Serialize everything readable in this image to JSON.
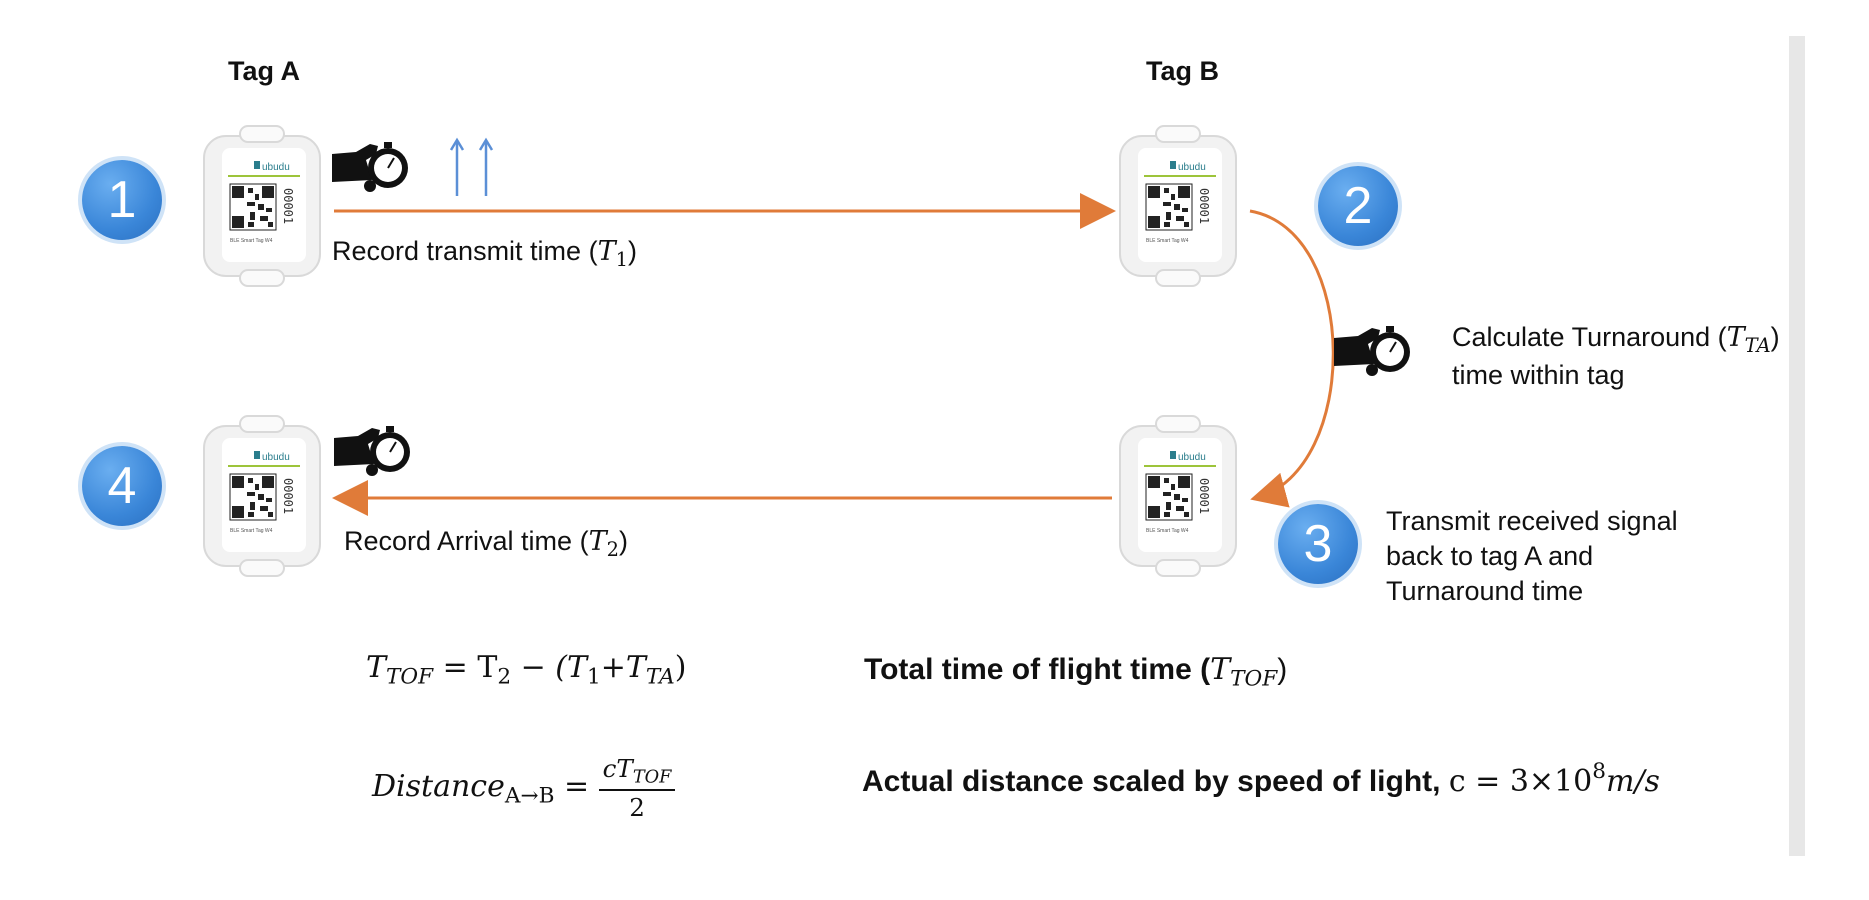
{
  "tags": {
    "a_heading": "Tag A",
    "b_heading": "Tag B",
    "brand": "ubudu",
    "serial": "00001",
    "caption": "BLE Smart Tag W4"
  },
  "steps": [
    "1",
    "2",
    "3",
    "4"
  ],
  "labels": {
    "record_transmit": "Record transmit time (",
    "record_transmit_sym": "T",
    "record_transmit_sub": "1",
    "record_arrival": "Record Arrival time (",
    "record_arrival_sym": "T",
    "record_arrival_sub": "2",
    "calc_line1": "Calculate Turnaround (",
    "calc_sym": "T",
    "calc_sub": "TA",
    "calc_line2": "time within tag",
    "transmit_back_1": "Transmit received signal",
    "transmit_back_2": "back to tag A and",
    "transmit_back_3": "Turnaround time"
  },
  "formulas": {
    "tof_lhs": "T",
    "tof_lhs_sub": "TOF",
    "tof_rhs_a": " = T",
    "tof_rhs_a_sub": "2",
    "tof_rhs_b": " − (T",
    "tof_rhs_b_sub": "1",
    "tof_rhs_c": "+T",
    "tof_rhs_c_sub": "TA",
    "tof_close": ")",
    "dist_lhs": "Distance",
    "dist_sub": "A→B",
    "dist_eq": " = ",
    "dist_num": "cT",
    "dist_num_sub": "TOF",
    "dist_den": "2"
  },
  "descriptions": {
    "tof_text": "Total time of flight time (",
    "tof_sym": "T",
    "tof_sub": "TOF",
    "dist_text": "Actual distance scaled by speed of light, ",
    "c_expr": "c = 3×10",
    "c_exp": "8",
    "c_unit": "m/s"
  },
  "colors": {
    "arrow": "#e07b39",
    "badge": "#3a86d8",
    "signal_arrows": "#5b8fd6"
  },
  "icons": [
    "stopwatch-hand-icon",
    "signal-arrows-icon"
  ]
}
